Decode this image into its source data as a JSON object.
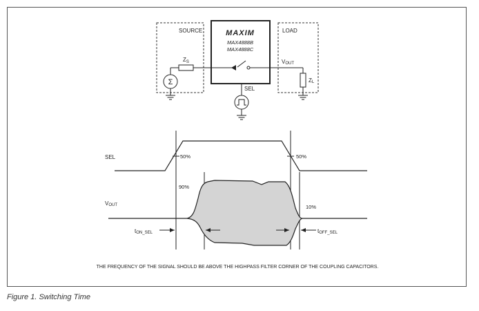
{
  "source_label": "SOURCE",
  "load_label": "LOAD",
  "chip": {
    "brand": "MAXIM",
    "part_1": "MAX4888B",
    "part_2": "MAX4888C"
  },
  "zs": {
    "main": "Z",
    "sub": "S"
  },
  "zl": {
    "main": "Z",
    "sub": "L"
  },
  "vout_schematic": {
    "main": "V",
    "sub": "OUT"
  },
  "sel_schematic": "SEL",
  "sigma": "Σ",
  "timing": {
    "sel_label": "SEL",
    "vout_label": {
      "main": "V",
      "sub": "OUT"
    },
    "pct_50_left": "50%",
    "pct_50_right": "50%",
    "pct_90": "90%",
    "pct_10": "10%",
    "ton": {
      "main": "t",
      "sub": "ON_SEL"
    },
    "toff": {
      "main": "t",
      "sub": "OFF_SEL"
    }
  },
  "note": "THE FREQUENCY OF THE SIGNAL SHOULD BE ABOVE THE HIGHPASS FILTER CORNER OF THE COUPLING CAPACITORS.",
  "caption": "Figure 1. Switching Time",
  "colors": {
    "waveform_fill": "#d4d4d4",
    "line": "#222222",
    "frame": "#555555"
  }
}
